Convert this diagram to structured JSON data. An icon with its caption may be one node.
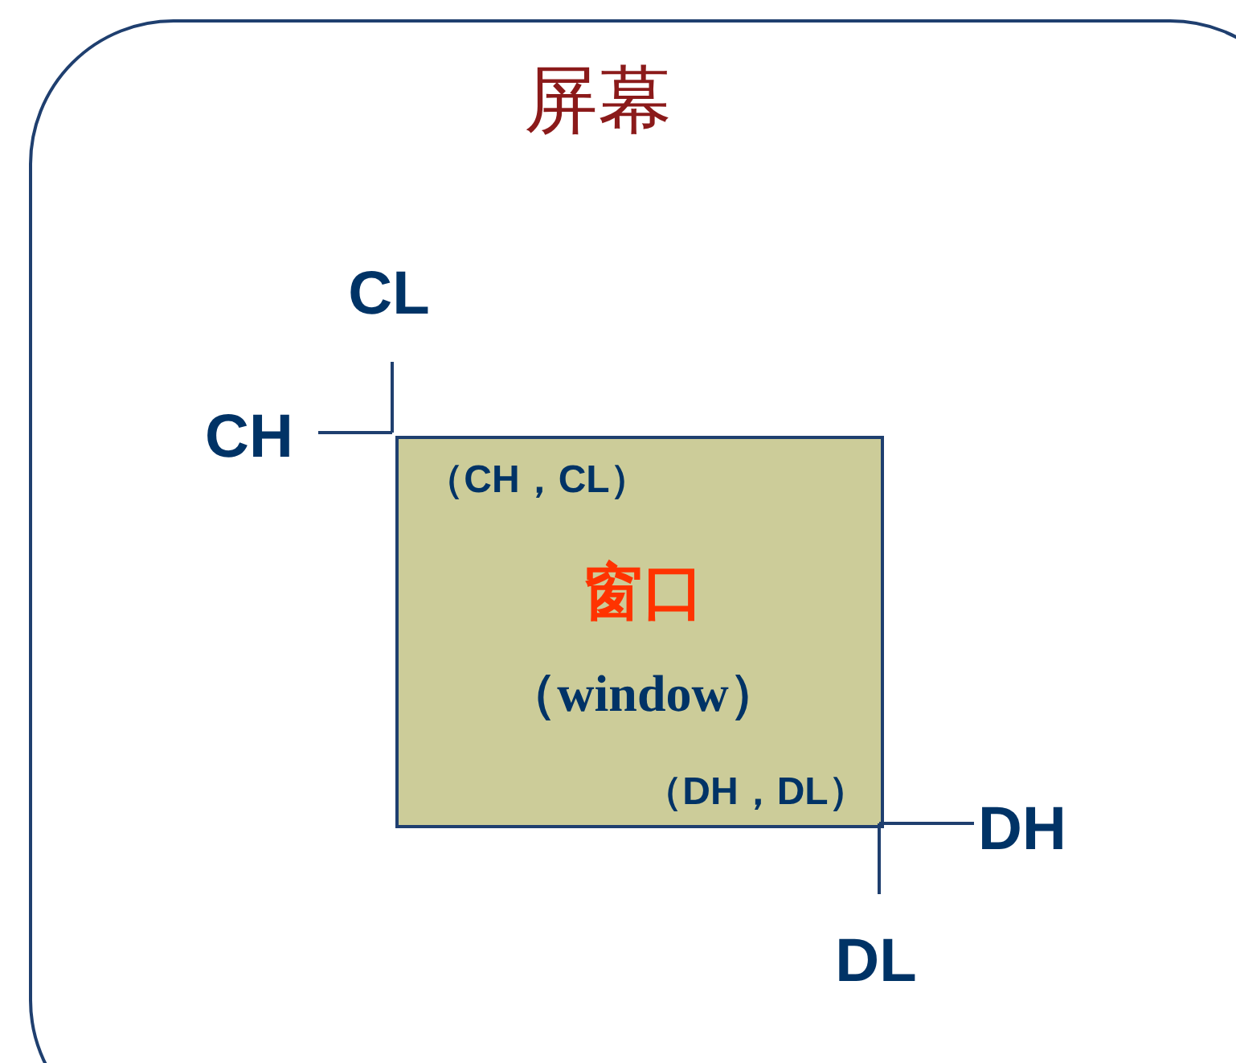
{
  "diagram": {
    "nodes": [
      {
        "text": [
          "屏幕"
        ]
      },
      {
        "text": [
          "（CH，CL）",
          "窗口",
          "（window）",
          "（DH，DL）"
        ],
        "in": 0
      }
    ],
    "labels": [
      "CL",
      "CH",
      "DH",
      "DL"
    ]
  }
}
